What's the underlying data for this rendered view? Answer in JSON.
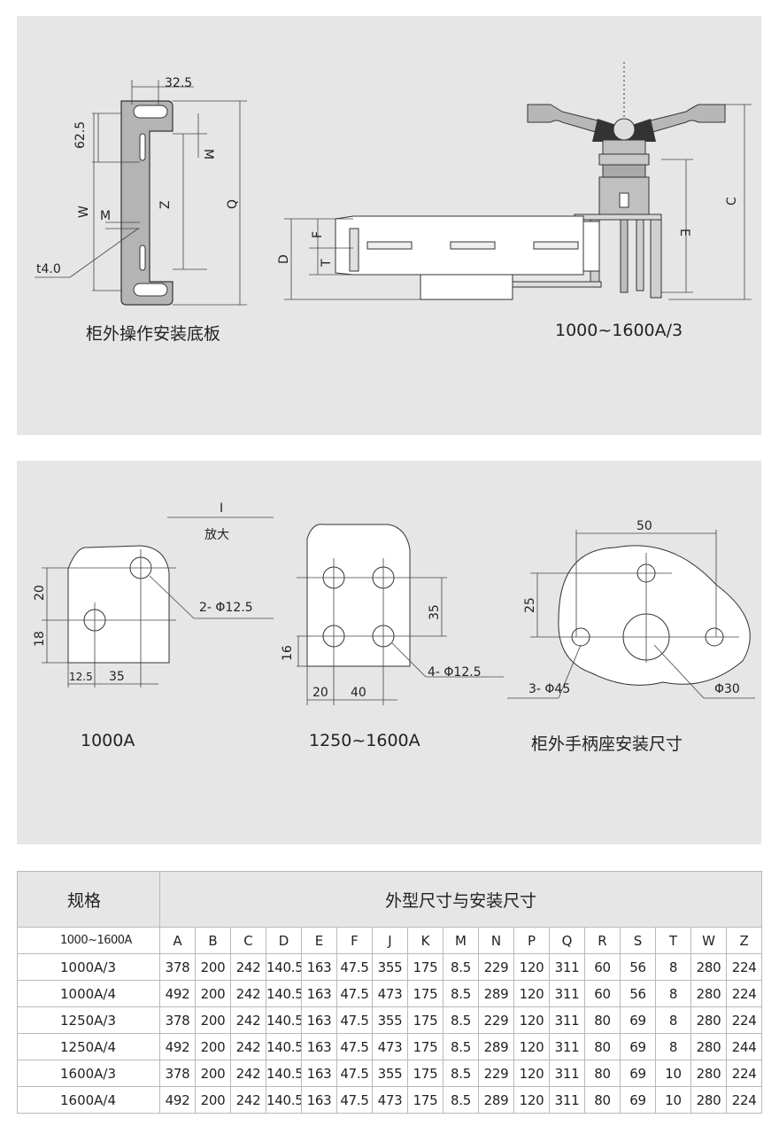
{
  "top_panel": {
    "plate_caption": "柜外操作安装底板",
    "plate_labels": {
      "d32_5": "32.5",
      "d62_5": "62.5",
      "m_upper": "M",
      "w": "W",
      "m_lower": "M",
      "z": "Z",
      "q": "Q",
      "t4": "t4.0"
    },
    "switch_caption": "1000~1600A/3",
    "switch_labels": {
      "c": "C",
      "e": "E",
      "d": "D",
      "f": "F",
      "t": "T"
    }
  },
  "mid_panel": {
    "enlarge_roman": "I",
    "enlarge_text": "放大",
    "a1000": {
      "caption": "1000A",
      "d20": "20",
      "d18": "18",
      "d12_5": "12.5",
      "d35": "35",
      "holes": "2- Φ12.5"
    },
    "a1250": {
      "caption": "1250~1600A",
      "d35": "35",
      "d16": "16",
      "d20": "20",
      "d40": "40",
      "holes": "4- Φ12.5"
    },
    "handle": {
      "caption": "柜外手柄座安装尺寸",
      "d50": "50",
      "d25": "25",
      "holes": "3- Φ45",
      "center": "Φ30"
    }
  },
  "table": {
    "spec_header": "规格",
    "dims_header": "外型尺寸与安装尺寸",
    "range_label": "1000~1600A",
    "columns": [
      "A",
      "B",
      "C",
      "D",
      "E",
      "F",
      "J",
      "K",
      "M",
      "N",
      "P",
      "Q",
      "R",
      "S",
      "T",
      "W",
      "Z"
    ],
    "rows": [
      {
        "model": "1000A/3",
        "values": [
          "378",
          "200",
          "242",
          "140.5",
          "163",
          "47.5",
          "355",
          "175",
          "8.5",
          "229",
          "120",
          "311",
          "60",
          "56",
          "8",
          "280",
          "224"
        ]
      },
      {
        "model": "1000A/4",
        "values": [
          "492",
          "200",
          "242",
          "140.5",
          "163",
          "47.5",
          "473",
          "175",
          "8.5",
          "289",
          "120",
          "311",
          "60",
          "56",
          "8",
          "280",
          "224"
        ]
      },
      {
        "model": "1250A/3",
        "values": [
          "378",
          "200",
          "242",
          "140.5",
          "163",
          "47.5",
          "355",
          "175",
          "8.5",
          "229",
          "120",
          "311",
          "80",
          "69",
          "8",
          "280",
          "224"
        ]
      },
      {
        "model": "1250A/4",
        "values": [
          "492",
          "200",
          "242",
          "140.5",
          "163",
          "47.5",
          "473",
          "175",
          "8.5",
          "289",
          "120",
          "311",
          "80",
          "69",
          "8",
          "280",
          "244"
        ]
      },
      {
        "model": "1600A/3",
        "values": [
          "378",
          "200",
          "242",
          "140.5",
          "163",
          "47.5",
          "355",
          "175",
          "8.5",
          "229",
          "120",
          "311",
          "80",
          "69",
          "10",
          "280",
          "224"
        ]
      },
      {
        "model": "1600A/4",
        "values": [
          "492",
          "200",
          "242",
          "140.5",
          "163",
          "47.5",
          "473",
          "175",
          "8.5",
          "289",
          "120",
          "311",
          "80",
          "69",
          "10",
          "280",
          "224"
        ]
      }
    ]
  }
}
